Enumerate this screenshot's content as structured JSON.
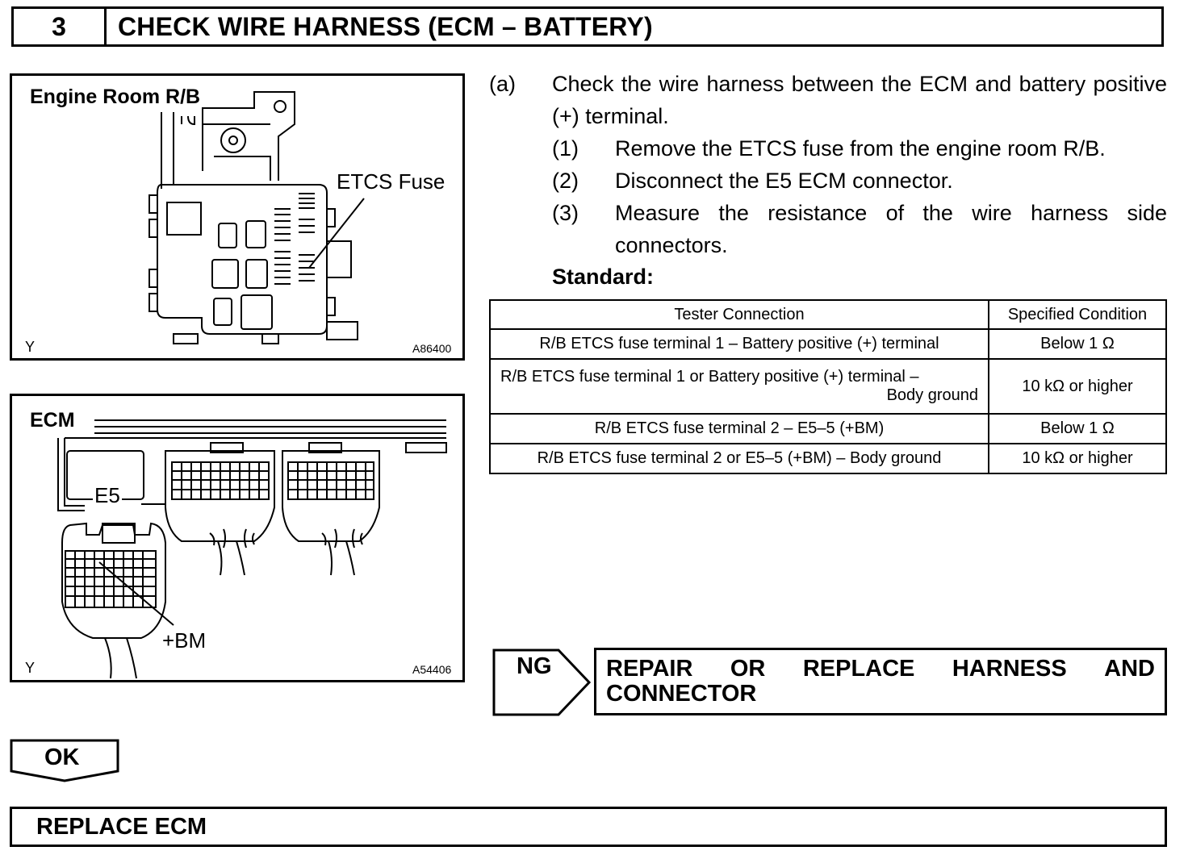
{
  "header": {
    "step": "3",
    "title": "CHECK WIRE HARNESS (ECM – BATTERY)"
  },
  "figure1": {
    "title": "Engine Room R/B",
    "callout": "ETCS Fuse",
    "corner_mark": "Y",
    "figure_id": "A86400"
  },
  "figure2": {
    "title": "ECM",
    "connector_label": "E5",
    "terminal_label": "+BM",
    "corner_mark": "Y",
    "figure_id": "A54406"
  },
  "instructions": {
    "a_label": "(a)",
    "a_text": "Check the wire harness between the ECM and battery positive (+) terminal.",
    "steps": [
      {
        "label": "(1)",
        "text": "Remove the ETCS fuse from the engine room R/B."
      },
      {
        "label": "(2)",
        "text": "Disconnect the E5 ECM connector."
      },
      {
        "label": "(3)",
        "text": "Measure the resistance of the wire harness side connectors."
      }
    ],
    "standard_label": "Standard:"
  },
  "table": {
    "headers": [
      "Tester Connection",
      "Specified Condition"
    ],
    "rows": [
      {
        "connection": "R/B ETCS fuse terminal 1 – Battery positive (+) terminal",
        "condition": "Below 1 Ω"
      },
      {
        "connection_line1": "R/B ETCS fuse terminal 1 or Battery positive (+) terminal –",
        "connection_line2": "Body ground",
        "condition": "10 kΩ or higher"
      },
      {
        "connection": "R/B ETCS fuse terminal 2 – E5–5 (+BM)",
        "condition": "Below 1 Ω"
      },
      {
        "connection": "R/B ETCS fuse terminal 2 or E5–5 (+BM) – Body ground",
        "condition": "10 kΩ or higher"
      }
    ]
  },
  "ng": {
    "label": "NG",
    "words": [
      "REPAIR",
      "OR",
      "REPLACE",
      "HARNESS",
      "AND"
    ],
    "line2": "CONNECTOR"
  },
  "ok": {
    "label": "OK"
  },
  "final": {
    "text": "REPLACE ECM"
  }
}
